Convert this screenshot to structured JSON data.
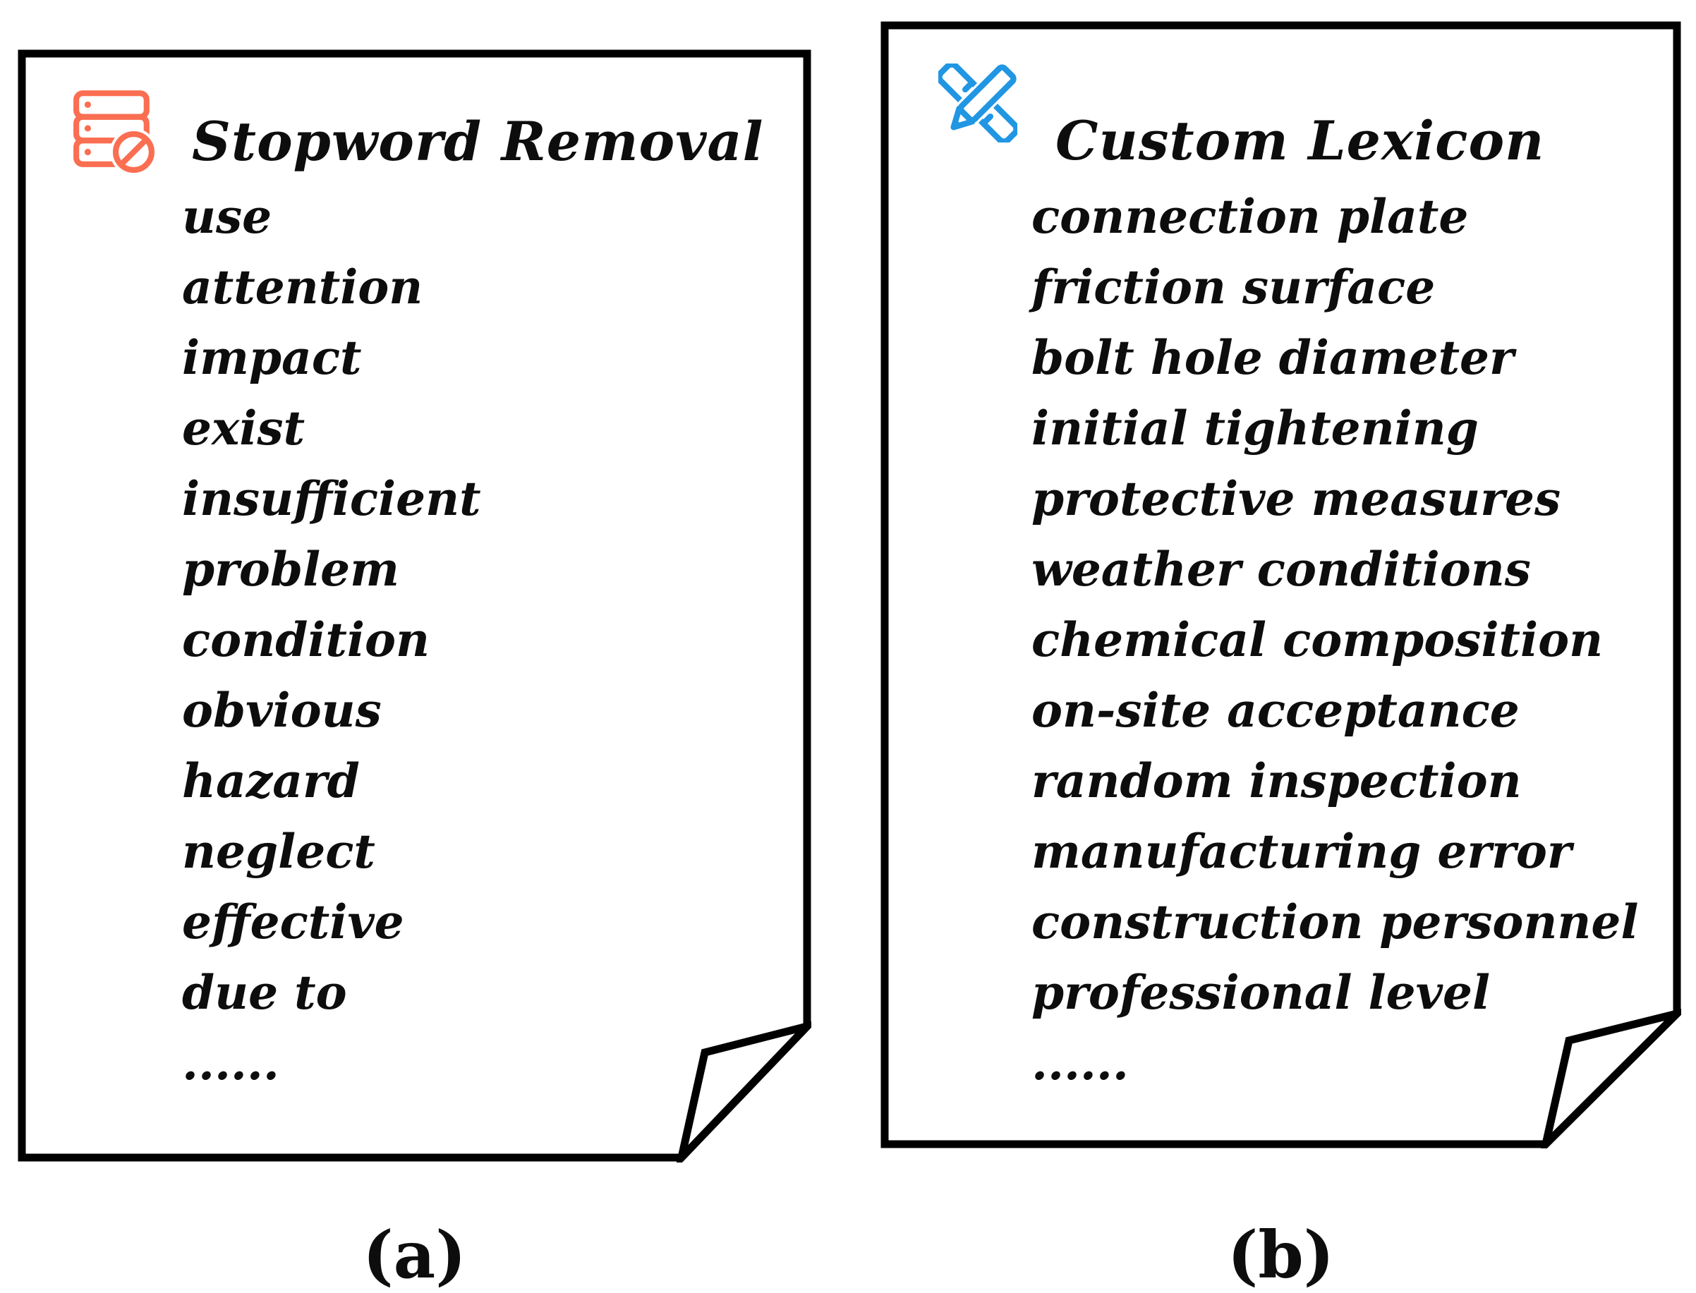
{
  "figure": {
    "colors": {
      "outline": "#000000",
      "background": "#ffffff",
      "text": "#0d0d0d",
      "stopword_icon": "#FA6E51",
      "lexicon_icon": "#2196E3"
    },
    "panels": [
      {
        "title": "Stopword Removal",
        "icon": "database-block-icon",
        "icon_color": "#FA6E51",
        "words": [
          "use",
          "attention",
          "impact",
          "exist",
          "insufficient",
          "problem",
          "condition",
          "obvious",
          "hazard",
          "neglect",
          "effective",
          "due to",
          "......"
        ],
        "caption": "(a)"
      },
      {
        "title": "Custom Lexicon",
        "icon": "pencil-ruler-icon",
        "icon_color": "#2196E3",
        "words": [
          "connection plate",
          "friction surface",
          "bolt hole diameter",
          "initial tightening",
          "protective measures",
          "weather conditions",
          "chemical composition",
          "on-site acceptance",
          "random inspection",
          "manufacturing error",
          "construction personnel",
          "professional level",
          "......"
        ],
        "caption": "(b)"
      }
    ]
  }
}
